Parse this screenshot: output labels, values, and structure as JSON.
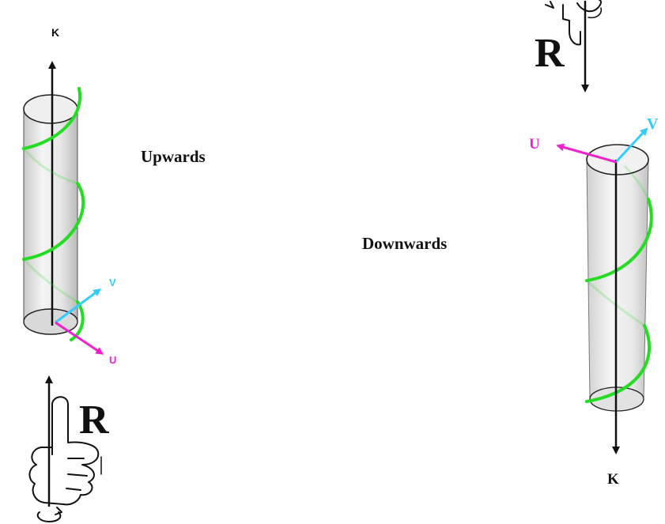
{
  "diagram": {
    "left": {
      "caption": "Upwards",
      "axis_k": "K",
      "axis_v": "V",
      "axis_u": "U",
      "hand_label": "R"
    },
    "right": {
      "caption": "Downwards",
      "axis_k": "K",
      "axis_v": "V",
      "axis_u": "U",
      "hand_label": "R"
    }
  },
  "colors": {
    "helix": "#22dd22",
    "v_axis": "#33ccff",
    "u_axis": "#ee22cc",
    "k_axis": "#111111",
    "cylinder_fill": "#e4e4e4",
    "cylinder_edge": "#444444"
  },
  "icons": {
    "left_hand": "right-hand-thumb-up-icon",
    "right_hand": "right-hand-thumb-down-icon",
    "rotation": "rotation-arrow-icon"
  }
}
